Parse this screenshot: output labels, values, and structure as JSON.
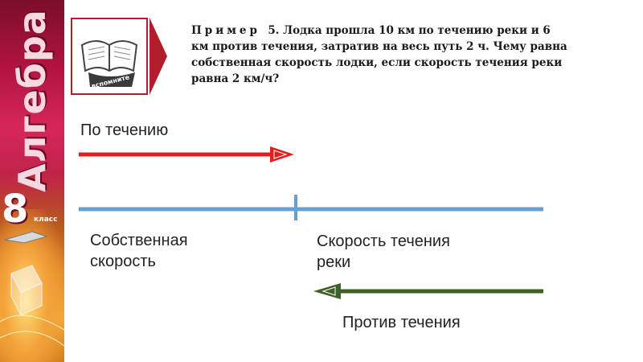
{
  "cover": {
    "title": "Алгебра",
    "grade": "8",
    "grade_word": "класс"
  },
  "icon": {
    "name": "book-icon",
    "caption": "вспомните"
  },
  "problem": {
    "label": "Пример",
    "number": "5.",
    "text": "Лодка прошла 10 км по течению реки и 6 км против течения, затратив на весь путь 2 ч. Чему равна собственная скорость лодки, если скорость течения реки равна 2 км/ч?"
  },
  "diagram": {
    "downstream_label": "По течению",
    "own_speed_label": [
      "Собственная",
      "скорость"
    ],
    "current_speed_label": [
      "Скорость течения",
      "реки"
    ],
    "upstream_label": "Против течения"
  },
  "colors": {
    "downstream_arrow": "#e01f1f",
    "speed_line": "#6a9fd4",
    "upstream_arrow": "#3d6126",
    "frame": "#b01e2a"
  }
}
